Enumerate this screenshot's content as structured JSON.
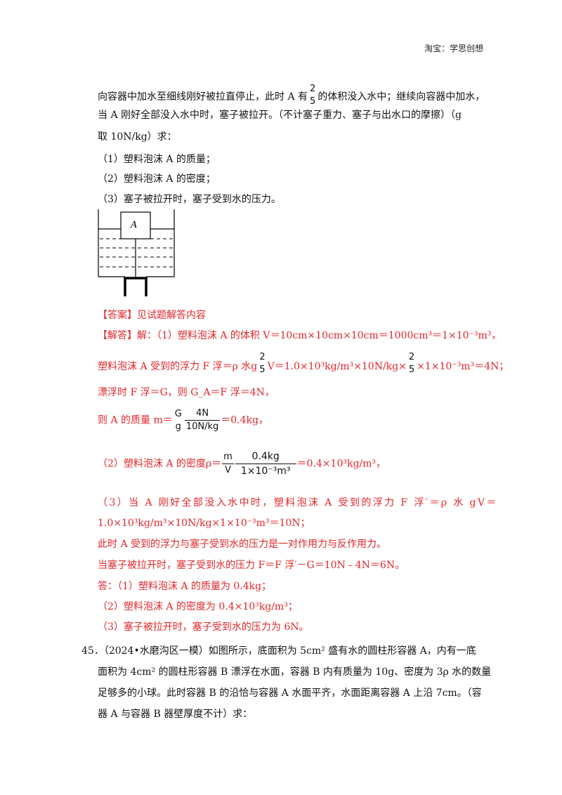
{
  "header": {
    "text": "淘宝：学思创想"
  },
  "problem": {
    "line1_a": "向容器中加水至细线刚好被拉直停止，此时 A 有",
    "line1_frac_num": "2",
    "line1_frac_den": "5",
    "line1_b": "的体积没入水中；继续向容器中加水，",
    "line2": "当 A 刚好全部没入水中时，塞子被拉开。（不计塞子重力、塞子与出水口的摩擦）（g",
    "line3": "取 10N/kg）求：",
    "q1": "（1）塑料泡沫 A 的质量；",
    "q2": "（2）塑料泡沫 A 的密度；",
    "q3": "（3）塞子被拉开时，塞子受到水的压力。"
  },
  "figure": {
    "label": "A"
  },
  "answer": {
    "label": "【答案】见试题解答内容",
    "jieda_label": "【解答】",
    "jieda_text": "解：（1）塑料泡沫 A 的体积 V＝10cm×10cm×10cm＝1000cm³＝1×10⁻³m³，",
    "l2_a": "塑料泡沫 A 受到的浮力 F 浮＝ρ 水g",
    "l2_b": "V＝1.0×10³kg/m³×10N/kg×",
    "l2_c": "×1×10⁻³m³＝4N；",
    "l3": "漂浮时 F 浮＝G，则 G_A＝F 浮＝4N，",
    "l4_a": "则 A 的质量 m＝",
    "frac_G": "G",
    "frac_g": "g",
    "frac_4N": "4N",
    "frac_10Nkg": "10N/kg",
    "l4_b": "＝0.4kg，",
    "l5_a": "（2）塑料泡沫 A 的密度ρ＝",
    "frac_m": "m",
    "frac_V": "V",
    "frac_04kg": "0.4kg",
    "frac_vol": "1×10⁻³m³",
    "l5_b": "＝0.4×10³kg/m³，",
    "l6": "（3）当 A 刚好全部没入水中时，塑料泡沫 A 受到的浮力 F 浮′＝ρ 水 gV＝",
    "l7": "1.0×10³kg/m³×10N/kg×1×10⁻³m³＝10N；",
    "l8": "此时 A 受到的浮力与塞子受到水的压力是一对作用力与反作用力。",
    "l9": "当塞子被拉开时，塞子受到水的压力 F＝F 浮′－G＝10N﹣4N＝6N。",
    "l10": "答：（1）塑料泡沫 A 的质量为 0.4kg；",
    "l11": "（2）塑料泡沫 A 的密度为 0.4×10³kg/m³；",
    "l12": "（3）塞子被拉开时，塞子受到水的压力为 6N。"
  },
  "q45": {
    "l1": "45．（2024•水磨沟区一模）如图所示，底面积为 5cm² 盛有水的圆柱形容器 A，内有一底",
    "l2": "面积为 4cm² 的圆柱形容器 B 漂浮在水面，容器 B 内有质量为 10g、密度为 3ρ 水的数量",
    "l3": "足够多的小球。此时容器 B 的沿恰与容器 A 水面平齐，水面距离容器 A 上沿 7cm。（容",
    "l4": "器 A 与容器 B 器壁厚度不计）求："
  }
}
